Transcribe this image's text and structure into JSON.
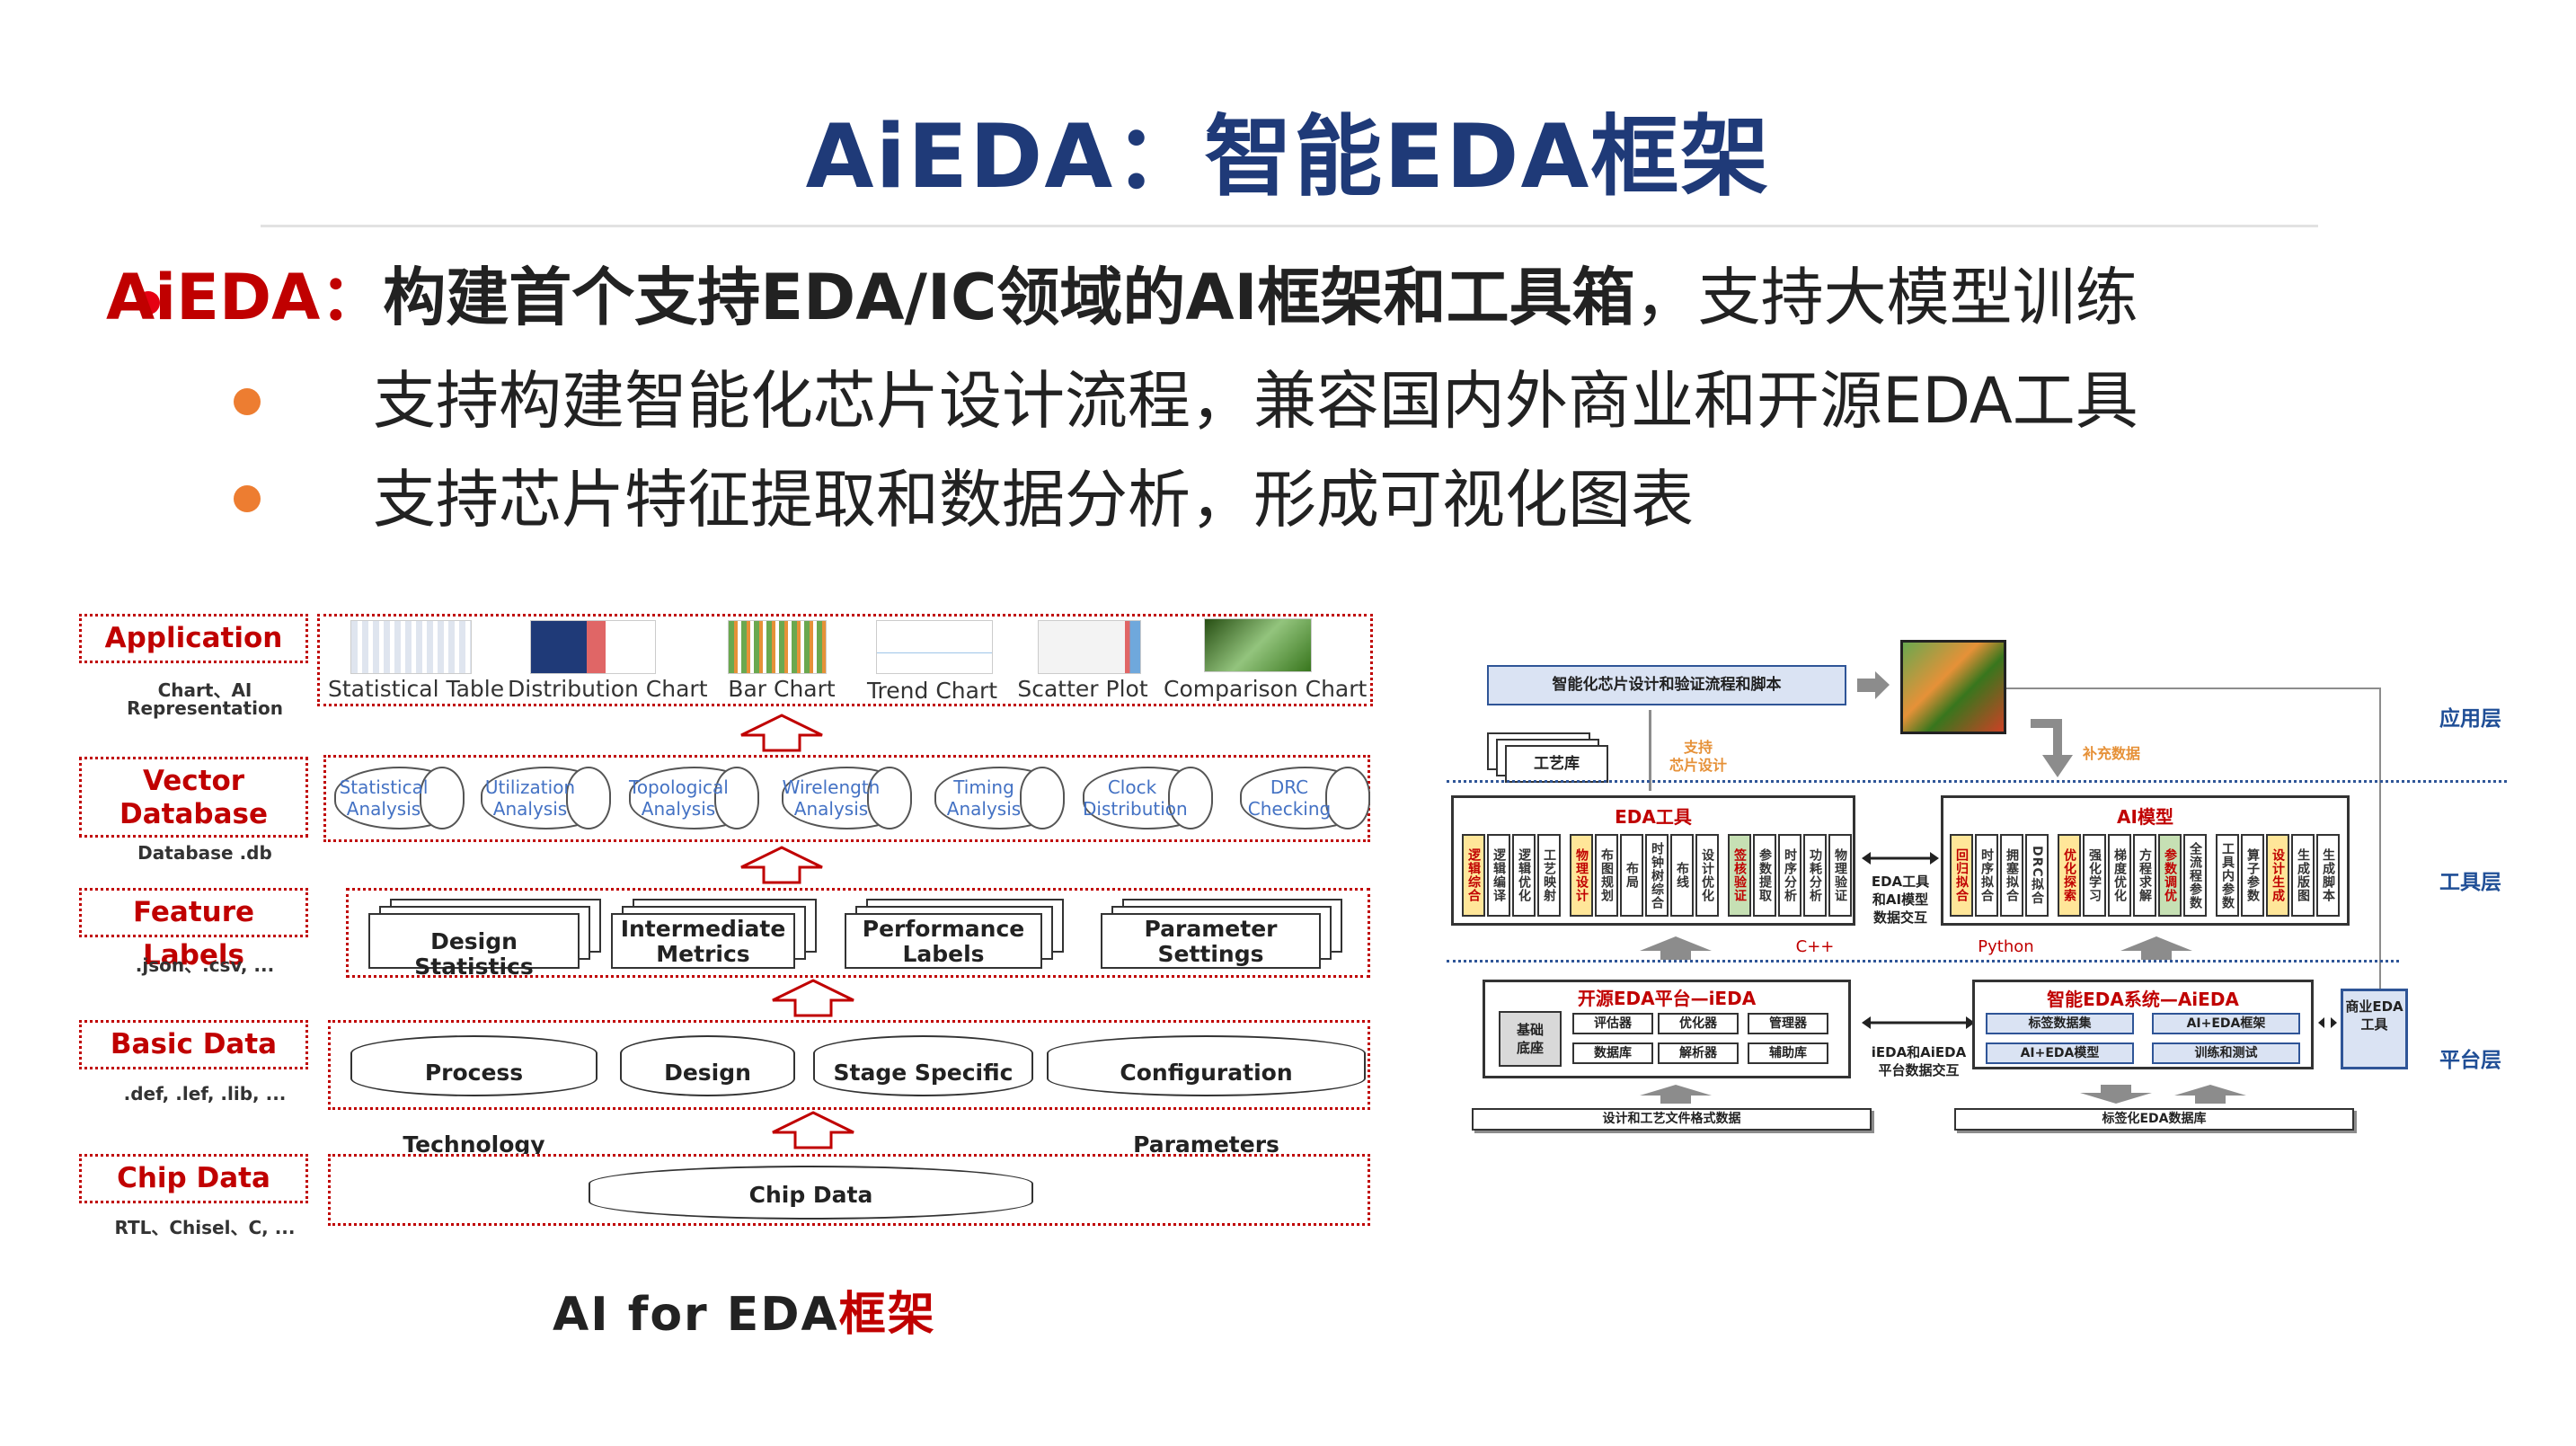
{
  "title": "AiEDA：智能EDA框架",
  "bullets": {
    "b1_red": "AiEDA：",
    "b1_bold": "构建首个支持EDA/IC领域的AI框架和工具箱",
    "b1_rest": "，支持大模型训练",
    "b2": "支持构建智能化芯片设计流程，兼容国内外商业和开源EDA工具",
    "b3": "支持芯片特征提取和数据分析，形成可视化图表"
  },
  "left": {
    "layers": [
      {
        "label": "Application",
        "sub1": "Chart、AI",
        "sub2": "Representation"
      },
      {
        "label1": "Vector",
        "label2": "Database",
        "sub1": "Database .db"
      },
      {
        "label": "Feature Labels",
        "sub1": ".json、.csv, ..."
      },
      {
        "label": "Basic Data",
        "sub1": ".def, .lef, .lib, ..."
      },
      {
        "label": "Chip Data",
        "sub1": "RTL、Chisel、C, ..."
      }
    ],
    "apps": [
      "Statistical Table",
      "Distribution Chart",
      "Bar Chart",
      "Trend Chart",
      "Scatter Plot",
      "Comparison Chart"
    ],
    "vectors": [
      [
        "Statistical",
        "Analysis"
      ],
      [
        "Utilization",
        "Analysis"
      ],
      [
        "Topological",
        "Analysis"
      ],
      [
        "Wirelength",
        "Analysis"
      ],
      [
        "Timing",
        "Analysis"
      ],
      [
        "Clock",
        "Distribution"
      ],
      [
        "DRC",
        "Checking"
      ]
    ],
    "features": [
      [
        "Design Statistics",
        ""
      ],
      [
        "Intermediate",
        "Metrics"
      ],
      [
        "Performance",
        "Labels"
      ],
      [
        "Parameter",
        "Settings"
      ]
    ],
    "basic": [
      "Process Technology",
      "Design",
      "Stage Specific",
      "Configuration Parameters"
    ],
    "chip": "Chip Data",
    "caption_a": "AI for EDA",
    "caption_b": "框架"
  },
  "right": {
    "app_box": "智能化芯片设计和验证流程和脚本",
    "craft": "工艺库",
    "support1": "支持",
    "support2": "芯片设计",
    "supp_data": "补充数据",
    "layer_app": "应用层",
    "layer_tool": "工具层",
    "layer_plat": "平台层",
    "eda_tools": "EDA工具",
    "ai_model": "AI模型",
    "eda_cols": [
      {
        "text": "逻辑综合",
        "color": "#c00000",
        "bg": "#ffe699"
      },
      {
        "text": "逻辑编译",
        "color": "#333",
        "bg": "#fff"
      },
      {
        "text": "逻辑优化",
        "color": "#333",
        "bg": "#fff"
      },
      {
        "text": "工艺映射",
        "color": "#333",
        "bg": "#fff"
      },
      {
        "text": "物理设计",
        "color": "#c00000",
        "bg": "#ffe699"
      },
      {
        "text": "布图规划",
        "color": "#333",
        "bg": "#fff"
      },
      {
        "text": "布局",
        "color": "#333",
        "bg": "#fff"
      },
      {
        "text": "时钟树综合",
        "color": "#333",
        "bg": "#fff"
      },
      {
        "text": "布线",
        "color": "#333",
        "bg": "#fff"
      },
      {
        "text": "设计优化",
        "color": "#333",
        "bg": "#fff"
      },
      {
        "text": "签核验证",
        "color": "#c00000",
        "bg": "#c6e0b4"
      },
      {
        "text": "参数提取",
        "color": "#333",
        "bg": "#fff"
      },
      {
        "text": "时序分析",
        "color": "#333",
        "bg": "#fff"
      },
      {
        "text": "功耗分析",
        "color": "#333",
        "bg": "#fff"
      },
      {
        "text": "物理验证",
        "color": "#333",
        "bg": "#fff"
      }
    ],
    "ai_cols": [
      {
        "text": "回归拟合",
        "color": "#c00000",
        "bg": "#ffe699"
      },
      {
        "text": "时序拟合",
        "color": "#333",
        "bg": "#fff"
      },
      {
        "text": "拥塞拟合",
        "color": "#333",
        "bg": "#fff"
      },
      {
        "text": "DRC拟合",
        "color": "#333",
        "bg": "#fff"
      },
      {
        "text": "优化探索",
        "color": "#c00000",
        "bg": "#ffe699"
      },
      {
        "text": "强化学习",
        "color": "#333",
        "bg": "#fff"
      },
      {
        "text": "梯度优化",
        "color": "#333",
        "bg": "#fff"
      },
      {
        "text": "方程求解",
        "color": "#333",
        "bg": "#fff"
      },
      {
        "text": "参数调优",
        "color": "#c00000",
        "bg": "#c6e0b4"
      },
      {
        "text": "全流程参数",
        "color": "#333",
        "bg": "#fff"
      },
      {
        "text": "工具内参数",
        "color": "#333",
        "bg": "#fff"
      },
      {
        "text": "算子参数",
        "color": "#333",
        "bg": "#fff"
      },
      {
        "text": "设计生成",
        "color": "#c00000",
        "bg": "#ffe699"
      },
      {
        "text": "生成版图",
        "color": "#333",
        "bg": "#fff"
      },
      {
        "text": "生成脚本",
        "color": "#333",
        "bg": "#fff"
      }
    ],
    "interaction1": "EDA工具",
    "interaction2": "和AI模型",
    "interaction3": "数据交互",
    "cpp": "C++",
    "python": "Python",
    "open_platform": "开源EDA平台—iEDA",
    "base1": "基础",
    "base2": "底座",
    "open_btns": [
      "评估器",
      "优化器",
      "管理器",
      "数据库",
      "解析器",
      "辅助库"
    ],
    "ieda_x1": "iEDA和AiEDA",
    "ieda_x2": "平台数据交互",
    "ai_system": "智能EDA系统—AiEDA",
    "ai_btns": [
      "标签数据集",
      "AI+EDA框架",
      "AI+EDA模型",
      "训练和测试"
    ],
    "commercial": "商业EDA工具",
    "bottom_left": "设计和工艺文件格式数据",
    "bottom_right": "标签化EDA数据库"
  }
}
